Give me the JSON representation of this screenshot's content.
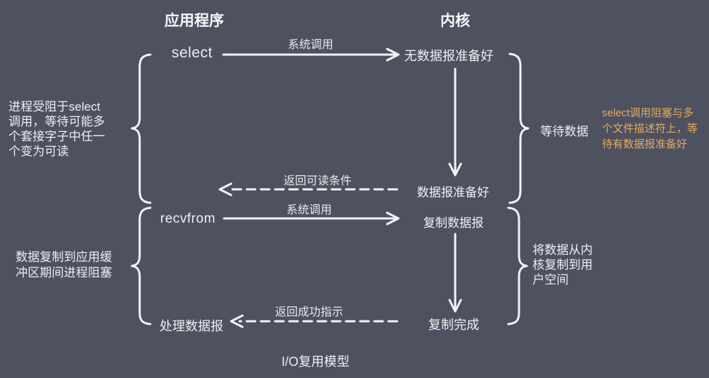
{
  "diagram": {
    "title": "I/O复用模型",
    "headers": {
      "app": "应用程序",
      "kernel": "内核"
    },
    "app_column": {
      "select_call": "select",
      "recvfrom_call": "recvfrom",
      "process_datagram": "处理数据报"
    },
    "kernel_column": {
      "no_datagram_ready": "无数据报准备好",
      "datagram_ready": "数据报准备好",
      "copy_datagram": "复制数据报",
      "copy_complete": "复制完成"
    },
    "arrow_labels": {
      "syscall_top": "系统调用",
      "return_readable": "返回可读条件",
      "syscall_bottom": "系统调用",
      "return_success": "返回成功指示"
    },
    "side_notes": {
      "left_top_lines": [
        "进程受阻于select",
        "调用，等待可能多",
        "个套接字子中任一",
        "个变为可读"
      ],
      "left_bottom_lines": [
        "数据复制到应用缓",
        "冲区期间进程阻塞"
      ],
      "right_wait": "等待数据",
      "right_orange_lines": [
        "select调用阻塞与多",
        "个文件描述符上，等",
        "待有数据报准备好"
      ],
      "right_copy_lines": [
        "将数据从内",
        "核复制到用",
        "户空间"
      ]
    },
    "colors": {
      "background": "#4e5160",
      "text": "#eef0f3",
      "accent_orange": "#e3aa5e"
    }
  }
}
